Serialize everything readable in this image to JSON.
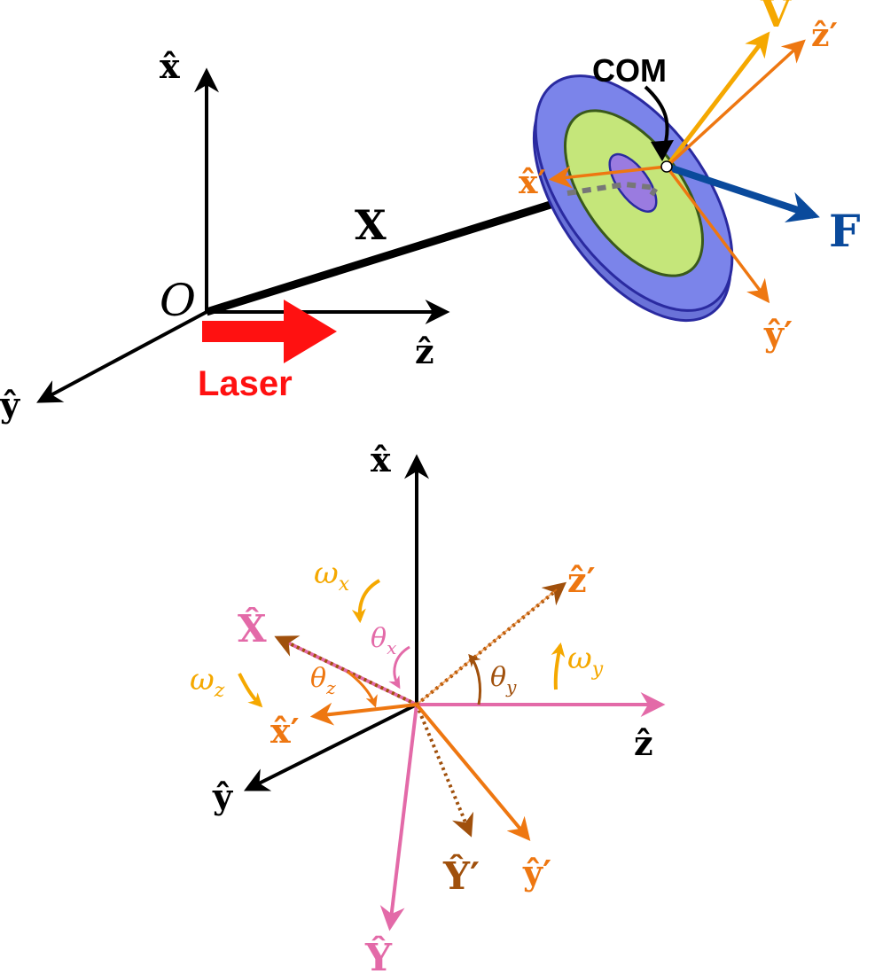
{
  "colors": {
    "black": "#000000",
    "orange": "#ee7711",
    "yellow": "#f5a800",
    "blue": "#0a4a9c",
    "red": "#ff1111",
    "pink": "#e36aa8",
    "brown": "#a0500c",
    "disk_outer": "#7b84ea",
    "disk_outer_edge": "#2a2aa0",
    "disk_mid": "#c5e67a",
    "disk_mid_edge": "#3a5a1a",
    "disk_inner": "#9a7be0"
  },
  "top": {
    "lab_x": "x̂",
    "lab_y": "ŷ",
    "lab_z": "ẑ",
    "origin": "O",
    "position": "X",
    "laser": "Laser",
    "com": "COM",
    "velocity": "V",
    "force": "F",
    "body_x": "x̂′",
    "body_y": "ŷ′",
    "body_z": "ẑ′"
  },
  "bottom": {
    "lab_x": "x̂",
    "lab_y": "ŷ",
    "lab_z": "ẑ",
    "big_X": "X̂",
    "big_Y": "Ŷ",
    "big_Yp": "Ŷ′",
    "body_x": "x̂′",
    "body_y": "ŷ′",
    "body_z": "ẑ′",
    "omega_x": "ωx",
    "omega_y": "ωy",
    "omega_z": "ωz",
    "theta_x": "θx",
    "theta_y": "θy",
    "theta_z": "θz"
  }
}
